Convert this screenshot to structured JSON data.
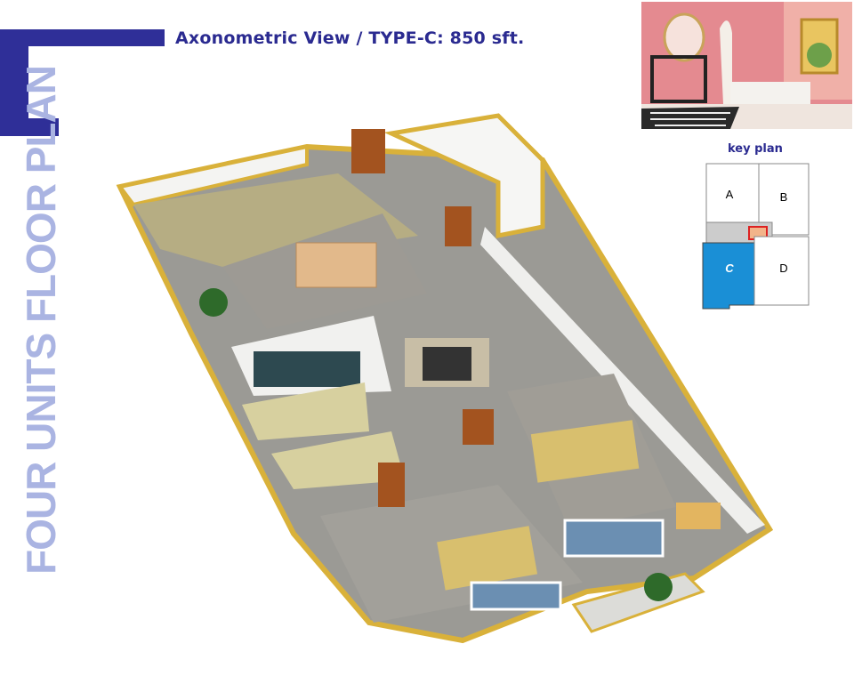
{
  "header": {
    "title": "Axonometric View / TYPE-C: 850 sft."
  },
  "side_title": "FOUR UNITS FLOOR PLAN",
  "key_plan": {
    "title": "key plan",
    "units": [
      "A",
      "B",
      "C",
      "D"
    ],
    "highlighted": "C",
    "highlight_color": "#1a8fd6"
  },
  "colors": {
    "brand": "#2f2f98",
    "side_text": "#aab4e2",
    "wall_trim": "#d9b13a"
  }
}
